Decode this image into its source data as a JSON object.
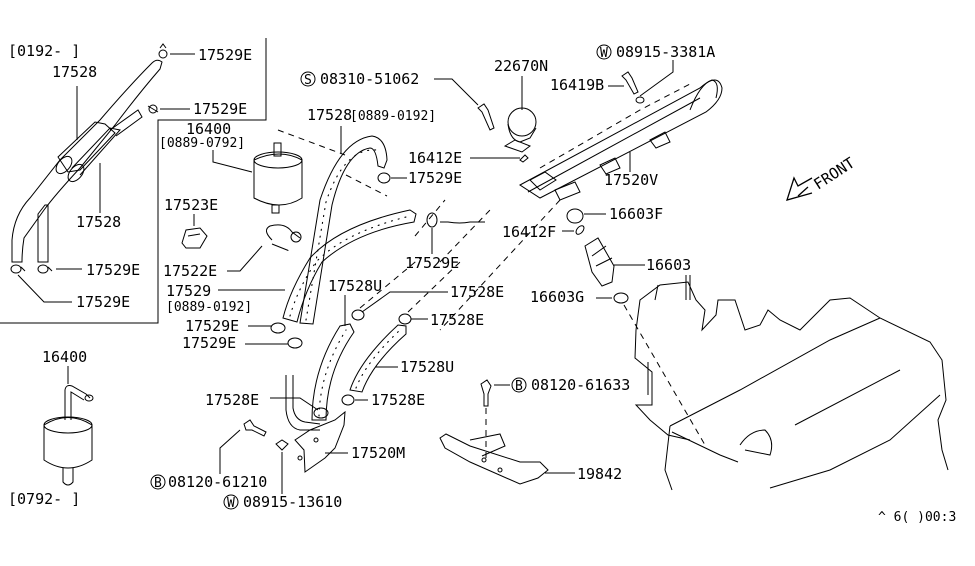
{
  "diagram": {
    "title": "Fuel Strainer & Fuel Hose / Fuel Injector Parts Diagram",
    "reference_code": "^ 6( )00:3",
    "front_label": "FRONT",
    "left_panel": {
      "date_range": "[0192-   ]",
      "labels": {
        "hose_upper": "17528",
        "hose_lower": "17528",
        "clamp_top": "17529E",
        "clamp_mid": "17529E",
        "clamp_bottom_right": "17529E",
        "clamp_bottom_left": "17529E"
      }
    },
    "lower_left_panel": {
      "part": "16400",
      "date_range": "[0792-      ]"
    },
    "callouts": [
      {
        "id": "filter-16400",
        "part": "16400",
        "note": "[0889-0792]"
      },
      {
        "id": "bracket-17523E",
        "part": "17523E"
      },
      {
        "id": "band-17522E",
        "part": "17522E"
      },
      {
        "id": "hose-17529",
        "part": "17529",
        "note": "[0889-0192]"
      },
      {
        "id": "clamp-17529E-a",
        "part": "17529E"
      },
      {
        "id": "clamp-17529E-b",
        "part": "17529E"
      },
      {
        "id": "hose-17528-main",
        "part": "17528",
        "note": "[0889-0192]"
      },
      {
        "id": "clamp-17529E-c",
        "part": "17529E"
      },
      {
        "id": "clamp-17529E-d",
        "part": "17529E"
      },
      {
        "id": "hose-17528U-a",
        "part": "17528U"
      },
      {
        "id": "hose-17528E-a",
        "part": "17528E"
      },
      {
        "id": "clamp-17528E-b",
        "part": "17528E"
      },
      {
        "id": "hose-17528U-b",
        "part": "17528U"
      },
      {
        "id": "clamp-17528E-c",
        "part": "17528E"
      },
      {
        "id": "clamp-17528E-d",
        "part": "17528E"
      },
      {
        "id": "bracket-17520M",
        "part": "17520M"
      },
      {
        "id": "bolt-08120-61210",
        "prefix": "B",
        "part": "08120-61210"
      },
      {
        "id": "washer-08915-13610",
        "prefix": "W",
        "part": "08915-13610"
      },
      {
        "id": "screw-08310-51062",
        "prefix": "S",
        "part": "08310-51062"
      },
      {
        "id": "regulator-22670N",
        "part": "22670N"
      },
      {
        "id": "washer-08915-3381A",
        "prefix": "W",
        "part": "08915-3381A"
      },
      {
        "id": "bolt-16419B",
        "part": "16419B"
      },
      {
        "id": "oring-16412E",
        "part": "16412E"
      },
      {
        "id": "rail-17520V",
        "part": "17520V"
      },
      {
        "id": "insulator-16603F",
        "part": "16603F"
      },
      {
        "id": "oring-16412F",
        "part": "16412F"
      },
      {
        "id": "injector-16603",
        "part": "16603"
      },
      {
        "id": "insulator-16603G",
        "part": "16603G"
      },
      {
        "id": "bolt-08120-61633",
        "prefix": "B",
        "part": "08120-61633"
      },
      {
        "id": "cover-19842",
        "part": "19842"
      }
    ]
  }
}
